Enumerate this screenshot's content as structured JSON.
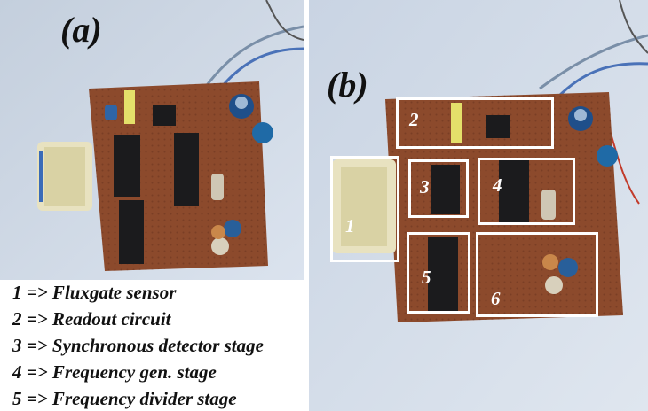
{
  "panel_a": {
    "label": "(a)"
  },
  "panel_b": {
    "label": "(b)",
    "boxes": [
      {
        "num": "1"
      },
      {
        "num": "2"
      },
      {
        "num": "3"
      },
      {
        "num": "4"
      },
      {
        "num": "5"
      },
      {
        "num": "6"
      }
    ]
  },
  "legend": [
    "1 => Fluxgate sensor",
    "2 => Readout circuit",
    "3 => Synchronous detector stage",
    "4 => Frequency gen. stage",
    "5 => Frequency divider stage"
  ],
  "colors": {
    "background": "#cdd8e6",
    "board": "#8c4a2c",
    "chip": "#1b1b1d",
    "box_border": "#ffffff"
  }
}
